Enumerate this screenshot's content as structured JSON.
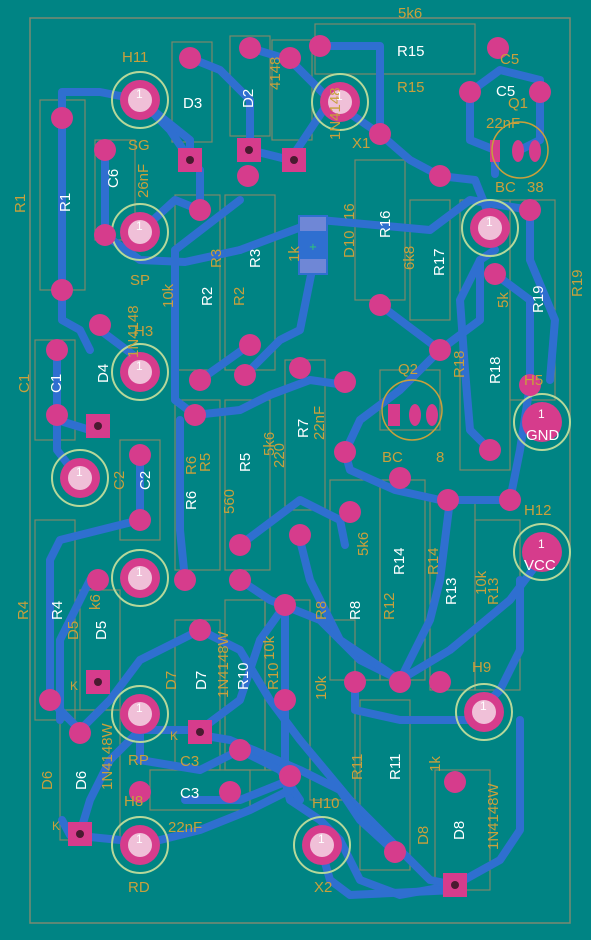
{
  "colors": {
    "board": "#008484",
    "trace": "#2f6fd0",
    "pad": "#d63c8c",
    "drill": "#2ecc71",
    "silk_label": "#c8a03c",
    "fab_label": "#9c8a66",
    "outline": "#7a8a72",
    "white_text": "#ffffff"
  },
  "labels": {
    "r15_value": "5k6",
    "r15_fab": "R15",
    "r15_silk": "R15",
    "h11": "H11",
    "d3": "D3",
    "d2": "D2",
    "d4_148": "4148",
    "n4148_d1": "1N4148",
    "x1": "X1",
    "c5_a": "C5",
    "c5_b": "C5",
    "c5_val": "22nF",
    "q1": "Q1",
    "bc_a": "BC",
    "bc_b": "38",
    "r1": "R1",
    "r1b": "R1",
    "sg": "SG",
    "c6": "C6",
    "val_26nf": "26nF",
    "sp": "SP",
    "r16": "R16",
    "r16_val": "6k8",
    "r16_alt": "16",
    "d10": "D10",
    "lk": "1k",
    "r17": "R17",
    "r19": "R19",
    "r19b": "R19",
    "r3": "R3",
    "r3b": "R3",
    "r2": "R2",
    "r2b": "R2",
    "val_10k_a": "10k",
    "val_5k_r": "5k",
    "h3": "H3",
    "d4": "D4",
    "n41": "1N4148",
    "c1": "C1",
    "c1b": "C1",
    "r18": "R18",
    "r18_side": "R18",
    "q2": "Q2",
    "bc_q2": "BC",
    "bc_q2b": "8",
    "r7": "R7",
    "r7_val": "22nF",
    "val_220": "220",
    "c2": "C2",
    "c2b": "C2",
    "h5": "H5",
    "gnd": "GND",
    "r5": "R5",
    "r5b": "R5",
    "r6": "R6",
    "r6b": "R6",
    "val_560": "560",
    "val_5k6_mid": "5k6",
    "h12": "H12",
    "vcc": "VCC",
    "r4": "R4",
    "r4b": "R4",
    "d5": "D5",
    "d5b": "D5",
    "val_k6": "k6",
    "r8": "R8",
    "r8b": "R8",
    "r12": "R12",
    "r14": "R14",
    "r14b": "R14",
    "r13": "R13",
    "r13b": "R13",
    "val_5k6_r14": "5k6",
    "val_10k_r13": "10k",
    "d7": "D7",
    "d7b": "D7",
    "n4148_d7": "1N4148W",
    "r10": "R10",
    "r10b": "R10",
    "val_10k_r10": "10k",
    "val_10k_b": "10k",
    "rp": "RP",
    "c3": "C3",
    "c3b": "C3",
    "c3_val": "22nF",
    "d6": "D6",
    "d6b": "D6",
    "n4148_d6": "1N4148W",
    "h9": "H9",
    "r11": "R11",
    "r11b": "R11",
    "val_1k": "1k",
    "d8": "D8",
    "d8b": "D8",
    "n4148_d8": "1N4148W",
    "h10": "H10",
    "x2": "X2",
    "rd": "RD",
    "h8": "H8",
    "one": "1",
    "k": "K"
  }
}
